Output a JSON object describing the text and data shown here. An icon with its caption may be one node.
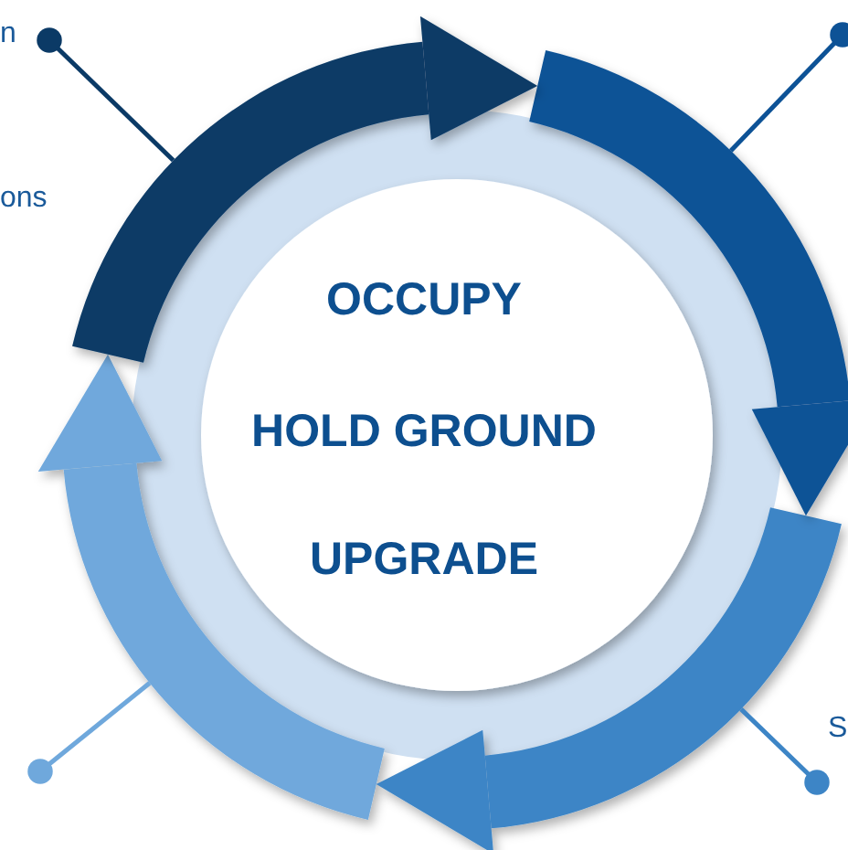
{
  "diagram": {
    "nodes": [
      {
        "text": [
          "OCCUPY",
          "HOLD GROUND",
          "UPGRADE"
        ]
      },
      {
        "text": [],
        "shape": "arrow"
      },
      {
        "text": [],
        "shape": "arrow"
      },
      {
        "text": [],
        "shape": "arrow"
      },
      {
        "text": [],
        "shape": "arrow"
      }
    ],
    "edges": [
      {
        "from": null,
        "to": 1,
        "arrow": "other",
        "color": "#0b3a66"
      },
      {
        "from": null,
        "to": 2,
        "arrow": "other",
        "color": "#0d5296"
      },
      {
        "from": null,
        "to": 3,
        "arrow": "other",
        "color": "#3d85c6"
      },
      {
        "from": null,
        "to": 4,
        "arrow": "other",
        "color": "#6fa8dc"
      }
    ],
    "labels": [
      "n",
      "ons",
      "S"
    ]
  }
}
